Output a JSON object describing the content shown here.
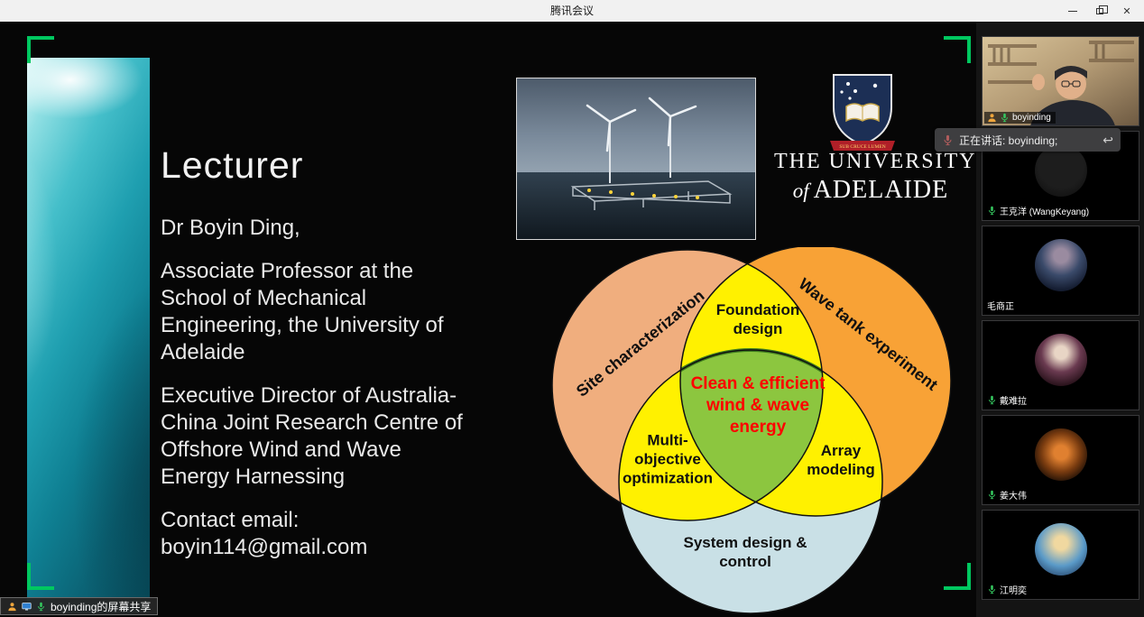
{
  "window": {
    "title": "腾讯会议"
  },
  "icons": {
    "close": "✕",
    "reply_arrow": "↩"
  },
  "slide": {
    "title": "Lecturer",
    "intro": "Dr Boyin Ding,",
    "bio1_lines": [
      "Associate Professor at the",
      "School of Mechanical",
      "Engineering, the University of",
      "Adelaide"
    ],
    "bio2_lines": [
      "Executive Director of Australia-",
      "China Joint Research Centre of",
      "Offshore Wind and Wave",
      "Energy Harnessing"
    ],
    "contact_lines": [
      "Contact email:",
      "boyin114@gmail.com"
    ],
    "university": {
      "name_top": "THE UNIVERSITY",
      "name_of": "of",
      "name_bottom": "ADELAIDE",
      "motto": "SUB CRUCE LUMEN"
    },
    "venn": {
      "site": "Site characterization",
      "wave_tank": "Wave tank experiment",
      "foundation": "Foundation design",
      "multi_objective": "Multi-objective optimization",
      "array": "Array modeling",
      "system": "System design & control",
      "center": "Clean & efficient wind & wave energy"
    }
  },
  "toast": {
    "speaking": "正在讲话: boyinding;"
  },
  "share_bar": {
    "label": "boyinding的屏幕共享"
  },
  "participants": [
    {
      "name": "boyinding"
    },
    {
      "name": "王克洋 (WangKeyang)"
    },
    {
      "name": "毛商正"
    },
    {
      "name": "戴难拉"
    },
    {
      "name": "姜大伟"
    },
    {
      "name": "江明奕"
    }
  ],
  "colors": {
    "share_border_green": "#00c860",
    "venn_left": "#F0AE7E",
    "venn_right": "#F8A236",
    "venn_bottom": "#C9E0E6",
    "venn_overlap": "#FFF100",
    "venn_center": "#8CC63F",
    "center_text": "#FF0000"
  }
}
